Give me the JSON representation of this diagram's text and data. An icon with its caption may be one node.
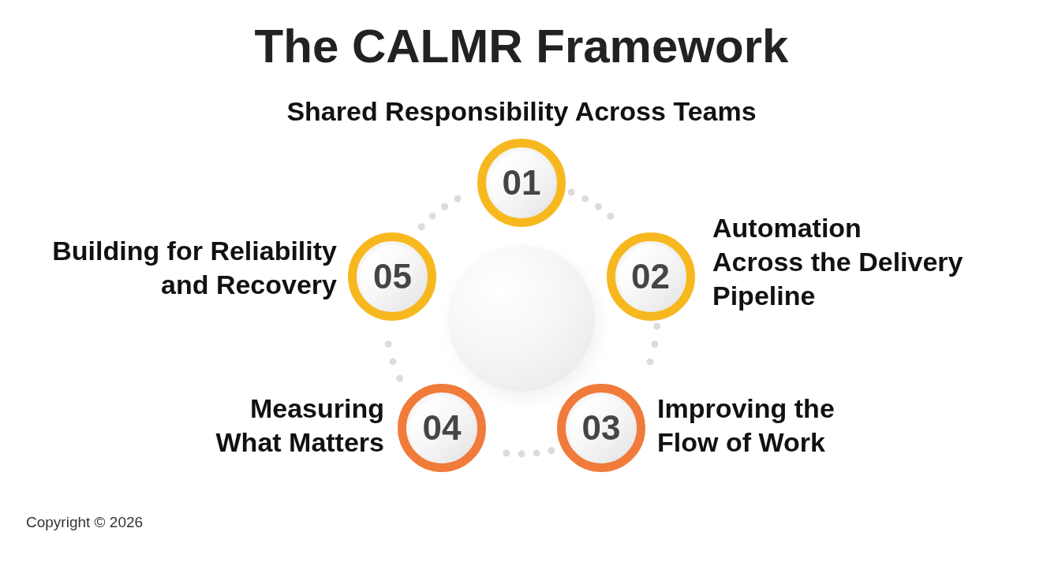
{
  "diagram": {
    "title": "The CALMR Framework",
    "nodes": [
      {
        "text": [
          "01"
        ],
        "beside": [
          "Shared Responsibility Across Teams"
        ]
      },
      {
        "text": [
          "02"
        ],
        "beside": [
          "Automation Across the Delivery Pipeline"
        ]
      },
      {
        "text": [
          "03"
        ],
        "beside": [
          "Improving the Flow of Work"
        ]
      },
      {
        "text": [
          "04"
        ],
        "beside": [
          "Measuring What Matters"
        ]
      },
      {
        "text": [
          "05"
        ],
        "beside": [
          "Building for Reliability and Recovery"
        ]
      },
      {
        "text": [],
        "shape": "circle"
      }
    ],
    "edges": [
      {
        "from": 0,
        "to": 1,
        "arrow": "none"
      },
      {
        "from": 1,
        "to": 2,
        "arrow": "none"
      },
      {
        "from": 2,
        "to": 3,
        "arrow": "none"
      },
      {
        "from": 3,
        "to": 4,
        "arrow": "none"
      },
      {
        "from": 4,
        "to": 0,
        "arrow": "none"
      }
    ],
    "labels": [
      "Copyright © 2026"
    ]
  }
}
